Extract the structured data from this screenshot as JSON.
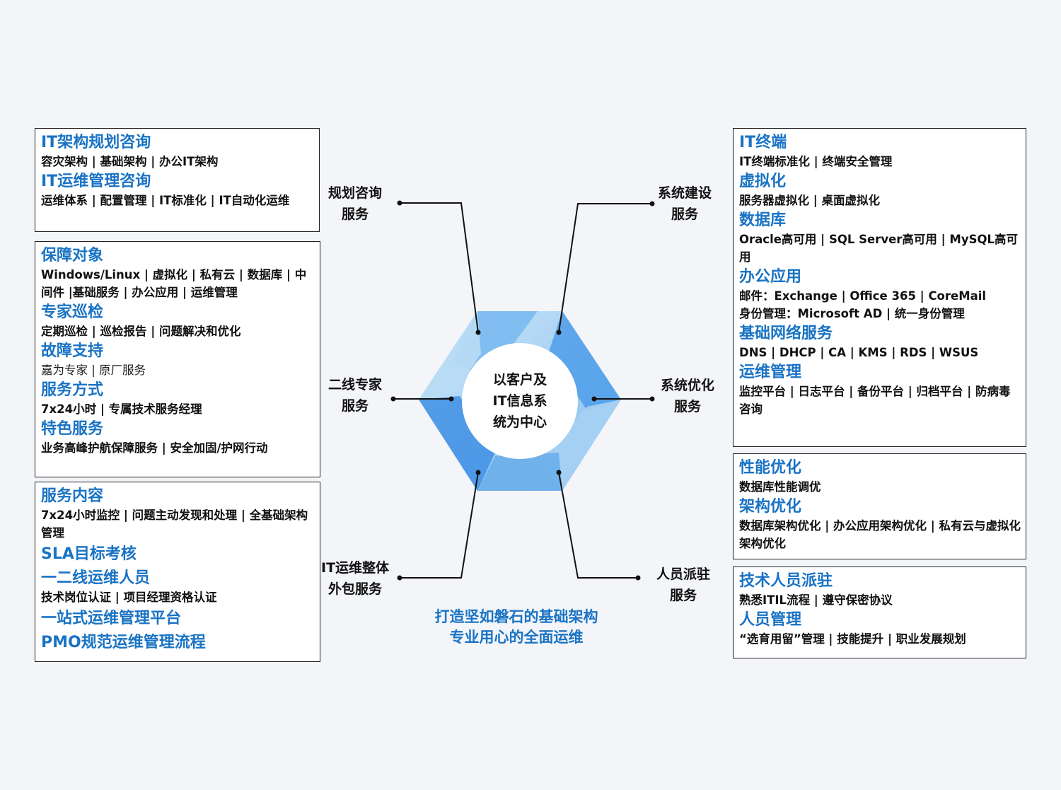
{
  "center": {
    "line1": "以客户及",
    "line2": "IT信息系",
    "line3": "统为中心"
  },
  "slogan": {
    "line1": "打造坚如磐石的基础架构",
    "line2": "专业用心的全面运维"
  },
  "nodes": {
    "planning": {
      "line1": "规划咨询",
      "line2": "服务"
    },
    "expert": {
      "line1": "二线专家",
      "line2": "服务"
    },
    "outsourcing": {
      "line1": "IT运维整体",
      "line2": "外包服务"
    },
    "build": {
      "line1": "系统建设",
      "line2": "服务"
    },
    "optimize": {
      "line1": "系统优化",
      "line2": "服务"
    },
    "staffing": {
      "line1": "人员派驻",
      "line2": "服务"
    }
  },
  "panels": {
    "planning": {
      "sections": [
        {
          "title": "IT架构规划咨询",
          "body": "容灾架构 | 基础架构 | 办公IT架构"
        },
        {
          "title": "IT运维管理咨询",
          "body": "运维体系 | 配置管理 | IT标准化 | IT自动化运维"
        }
      ]
    },
    "expert": {
      "sections": [
        {
          "title": "保障对象",
          "body": "Windows/Linux | 虚拟化 | 私有云 | 数据库 | 中间件 |基础服务 | 办公应用 | 运维管理"
        },
        {
          "title": "专家巡检",
          "body": "定期巡检 | 巡检报告 | 问题解决和优化"
        },
        {
          "title": "故障支持",
          "body": "嘉为专家 | 原厂服务"
        },
        {
          "title": "服务方式",
          "body": "7x24小时 | 专属技术服务经理"
        },
        {
          "title": "特色服务",
          "body": "业务高峰护航保障服务 | 安全加固/护网行动"
        }
      ]
    },
    "outsourcing": {
      "sections": [
        {
          "title": "服务内容",
          "body": "7x24小时监控 | 问题主动发现和处理 | 全基础架构管理"
        },
        {
          "title": "SLA目标考核",
          "body": ""
        },
        {
          "title": "一二线运维人员",
          "body": "技术岗位认证 | 项目经理资格认证"
        },
        {
          "title": "一站式运维管理平台",
          "body": ""
        },
        {
          "title": "PMO规范运维管理流程",
          "body": ""
        }
      ]
    },
    "build": {
      "sections": [
        {
          "title": "IT终端",
          "body": "IT终端标准化 | 终端安全管理"
        },
        {
          "title": "虚拟化",
          "body": "服务器虚拟化 | 桌面虚拟化"
        },
        {
          "title": "数据库",
          "body": "Oracle高可用 | SQL Server高可用 | MySQL高可用"
        },
        {
          "title": "办公应用",
          "body": "邮件：Exchange | Office 365 | CoreMail",
          "body2": "身份管理：Microsoft AD | 统一身份管理"
        },
        {
          "title": "基础网络服务",
          "body": "DNS | DHCP | CA | KMS | RDS | WSUS"
        },
        {
          "title": "运维管理",
          "body": "监控平台 | 日志平台 | 备份平台 | 归档平台 | 防病毒咨询"
        }
      ]
    },
    "optimize": {
      "sections": [
        {
          "title": "性能优化",
          "body": "数据库性能调优"
        },
        {
          "title": "架构优化",
          "body": "数据库架构优化 | 办公应用架构优化 | 私有云与虚拟化架构优化"
        }
      ]
    },
    "staffing": {
      "sections": [
        {
          "title": "技术人员派驻",
          "body": "熟悉ITIL流程 | 遵守保密协议"
        },
        {
          "title": "人员管理",
          "body": "“选育用留”管理 | 技能提升 | 职业发展规划"
        }
      ]
    }
  },
  "colors": {
    "accent": "#1a73c4",
    "ring_light": "#a9d2f2",
    "ring_mid": "#6db2ec",
    "ring_dark": "#3a8be0"
  }
}
